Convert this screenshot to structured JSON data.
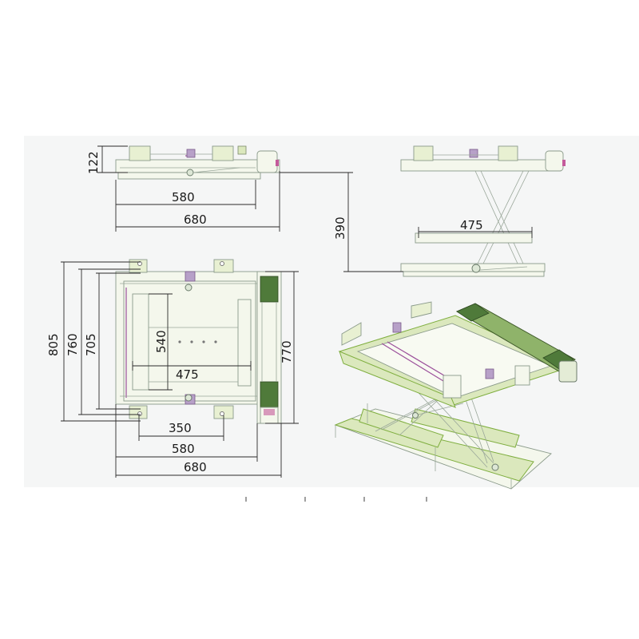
{
  "colors": {
    "frame": "#8a9a8a",
    "accent_green": "#7fae3f",
    "roller": "#4f7a3a",
    "link": "#9b4f9b",
    "background_band": "#f5f6f6"
  },
  "dimensions": {
    "side_height": "122",
    "side_width_inner": "580",
    "side_width_outer": "680",
    "lift_height": "390",
    "front_width": "475",
    "top_height_outer": "805",
    "top_height_mid": "760",
    "top_height_inner": "705",
    "top_depth_inner": "540",
    "top_width_inner": "475",
    "top_depth_right": "770",
    "top_width_350": "350",
    "top_width_580": "580",
    "top_width_680": "680"
  }
}
